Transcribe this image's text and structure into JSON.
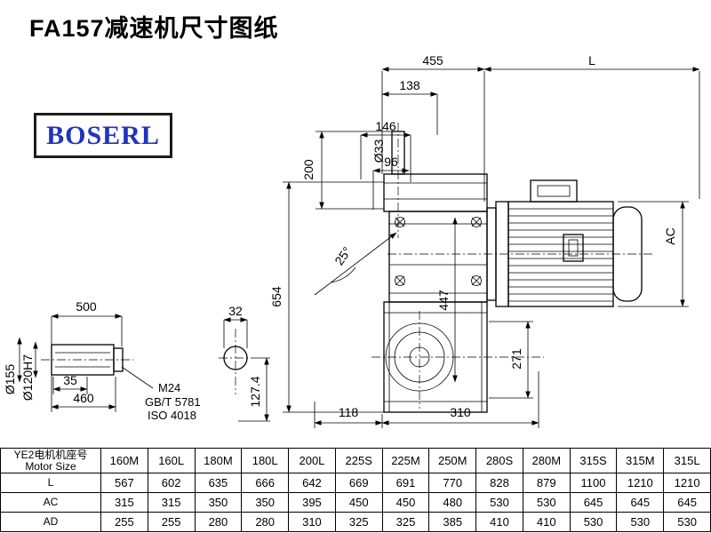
{
  "page": {
    "title": "FA157减速机尺寸图纸"
  },
  "logo": {
    "text": "BOSERL"
  },
  "drawing": {
    "dims": {
      "w455": "455",
      "L": "L",
      "w138": "138",
      "w146": "146",
      "w96": "96",
      "dia33": "Ø33",
      "h200": "200",
      "angle25": "25°",
      "h654": "654",
      "h447": "447",
      "AC": "AC",
      "h271": "271",
      "w118": "118",
      "w310": "310",
      "shaft_length": "500",
      "w32": "32",
      "w35": "35",
      "w460": "460",
      "dia155": "Ø155",
      "dia120": "Ø120H7",
      "h127": "127.4"
    },
    "notes": {
      "thread": "M24",
      "standard1": "GB/T 5781",
      "standard2": "ISO 4018"
    }
  },
  "table": {
    "header_cn": "YE2电机机座号",
    "header_en": "Motor Size",
    "sizes": [
      "160M",
      "160L",
      "180M",
      "180L",
      "200L",
      "225S",
      "225M",
      "250M",
      "280S",
      "280M",
      "315S",
      "315M",
      "315L"
    ],
    "rows": [
      {
        "label": "L",
        "values": [
          "567",
          "602",
          "635",
          "666",
          "642",
          "669",
          "691",
          "770",
          "828",
          "879",
          "1100",
          "1210",
          "1210"
        ]
      },
      {
        "label": "AC",
        "values": [
          "315",
          "315",
          "350",
          "350",
          "395",
          "450",
          "450",
          "480",
          "530",
          "530",
          "645",
          "645",
          "645"
        ]
      },
      {
        "label": "AD",
        "values": [
          "255",
          "255",
          "280",
          "280",
          "310",
          "325",
          "325",
          "385",
          "410",
          "410",
          "530",
          "530",
          "530"
        ]
      }
    ]
  }
}
